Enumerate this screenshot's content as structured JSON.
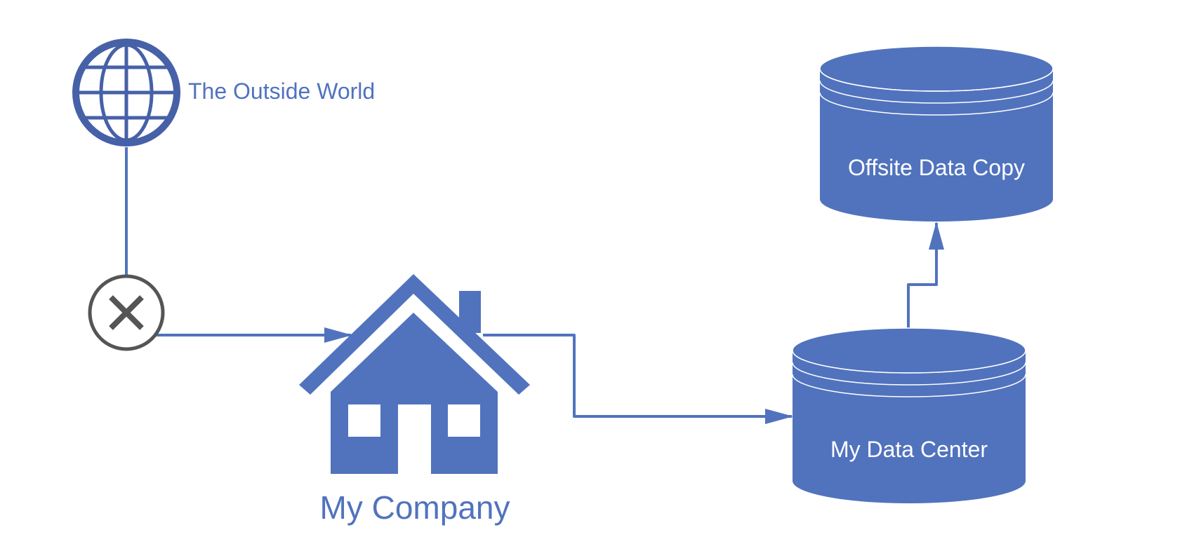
{
  "colors": {
    "primary": "#5173BE",
    "globe": "#4661A8",
    "gate": "#555555",
    "background": "#FFFFFF"
  },
  "nodes": {
    "outside_world": {
      "label": "The Outside World",
      "icon": "globe-icon"
    },
    "gateway": {
      "icon": "x-circle-icon"
    },
    "company": {
      "label": "My Company",
      "icon": "house-icon"
    },
    "data_center": {
      "label": "My Data Center",
      "icon": "database-icon"
    },
    "offsite_copy": {
      "label": "Offsite Data Copy",
      "icon": "database-icon"
    }
  },
  "connectors": [
    {
      "from": "outside_world",
      "to": "gateway"
    },
    {
      "from": "gateway",
      "to": "company"
    },
    {
      "from": "company",
      "to": "data_center"
    },
    {
      "from": "data_center",
      "to": "offsite_copy"
    }
  ]
}
